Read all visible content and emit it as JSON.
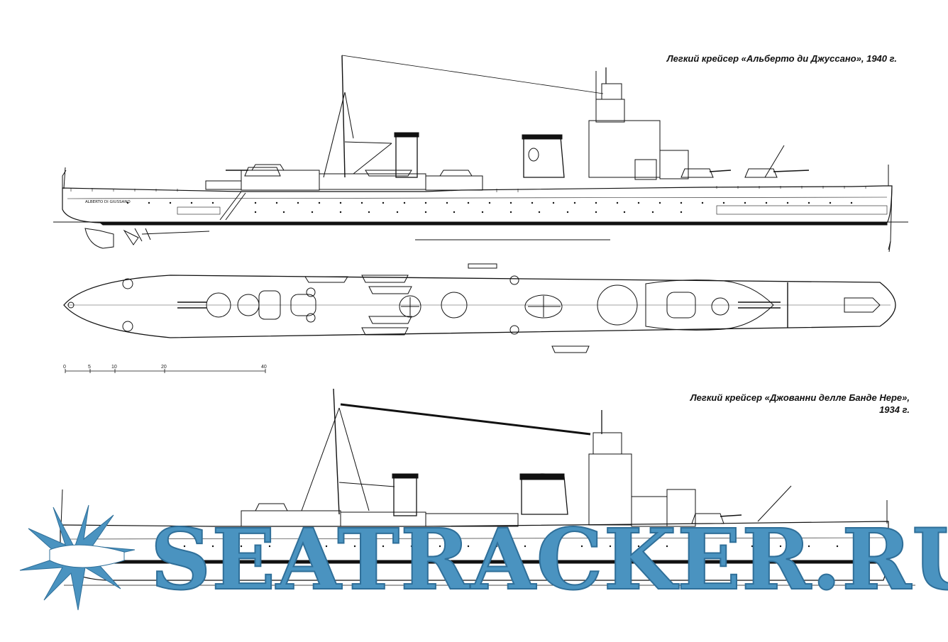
{
  "ship1": {
    "caption": "Легкий крейсер «Альберто ди Джуссано», 1940 г.",
    "hull_name": "ALBERTO DI GIUSSANO"
  },
  "ship2": {
    "caption_line1": "Легкий крейсер «Джованни делле Банде Нере»,",
    "caption_line2": "1934 г."
  },
  "scale": {
    "labels": [
      "0",
      "5",
      "10",
      "20",
      "40"
    ]
  },
  "watermark": {
    "text": "SEATRACKER.RU",
    "color": "#4a93c0"
  }
}
